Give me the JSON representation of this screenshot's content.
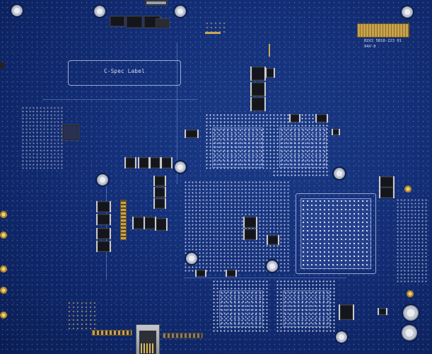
{
  "board": {
    "label_area_text": "C-Spec Label",
    "silkscreen_texts": [
      "B2V2 5B18-223 01",
      "94V-0"
    ]
  },
  "colors": {
    "pcb_blue": "#14307a",
    "gold": "#c9a557",
    "component_black": "#15161b"
  }
}
